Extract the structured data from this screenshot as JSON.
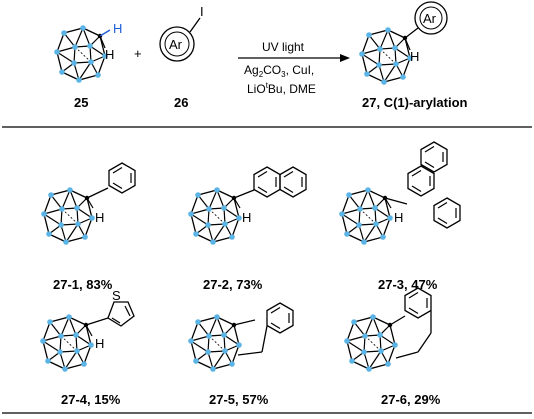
{
  "reaction": {
    "reactant1_label": "25",
    "reactant1_h_top": "H",
    "reactant1_h_side": "H",
    "plus": "+",
    "reactant2_label": "26",
    "reactant2_ring": "Ar",
    "reactant2_substituent": "I",
    "condition1": "UV light",
    "condition2_parts": [
      "Ag",
      "2",
      "CO",
      "3",
      ", CuI,"
    ],
    "condition3_parts": [
      "LiO",
      "t",
      "Bu, DME"
    ],
    "product_label": "27, C(1)-arylation",
    "product_ring": "Ar",
    "product_h": "H"
  },
  "products": [
    {
      "label": "27-1, 83%",
      "h": "H"
    },
    {
      "label": "27-2, 73%",
      "h": "H"
    },
    {
      "label": "27-3, 47%",
      "h": "H"
    },
    {
      "label": "27-4, 15%",
      "h": "H",
      "hetero": "S"
    },
    {
      "label": "27-5, 57%"
    },
    {
      "label": "27-6, 29%"
    }
  ],
  "colors": {
    "boron_vertex": "#5bb4e5",
    "highlight_h": "#1f5fd6",
    "line": "#000000"
  }
}
